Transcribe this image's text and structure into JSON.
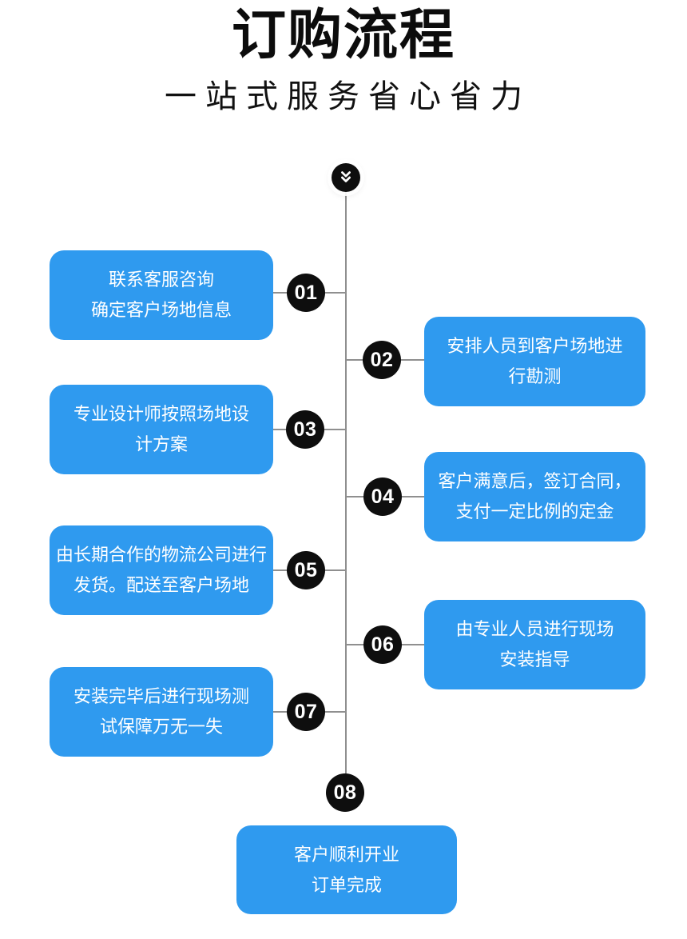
{
  "header": {
    "title": "订购流程",
    "subtitle": "一站式服务省心省力"
  },
  "flow": {
    "start_icon": "chevron-double-down",
    "steps": [
      {
        "number": "01",
        "side": "left",
        "lines": [
          "联系客服咨询",
          "确定客户场地信息"
        ]
      },
      {
        "number": "02",
        "side": "right",
        "lines": [
          "安排人员到客户场地进",
          "行勘测"
        ]
      },
      {
        "number": "03",
        "side": "left",
        "lines": [
          "专业设计师按照场地设",
          "计方案"
        ]
      },
      {
        "number": "04",
        "side": "right",
        "lines": [
          "客户满意后，签订合同，",
          "支付一定比例的定金"
        ]
      },
      {
        "number": "05",
        "side": "left",
        "lines": [
          "由长期合作的物流公司进行",
          "发货。配送至客户场地"
        ]
      },
      {
        "number": "06",
        "side": "right",
        "lines": [
          "由专业人员进行现场",
          "安装指导"
        ]
      },
      {
        "number": "07",
        "side": "left",
        "lines": [
          "安装完毕后进行现场测",
          "试保障万无一失"
        ]
      },
      {
        "number": "08",
        "side": "center",
        "lines": [
          "客户顺利开业",
          "订单完成"
        ]
      }
    ]
  },
  "colors": {
    "box_blue": "#2F9AEF",
    "badge_black": "#0E0E0E",
    "line_gray": "#8F8F8F",
    "text_white": "#FFFFFF",
    "heading_black": "#0C0C0C"
  }
}
